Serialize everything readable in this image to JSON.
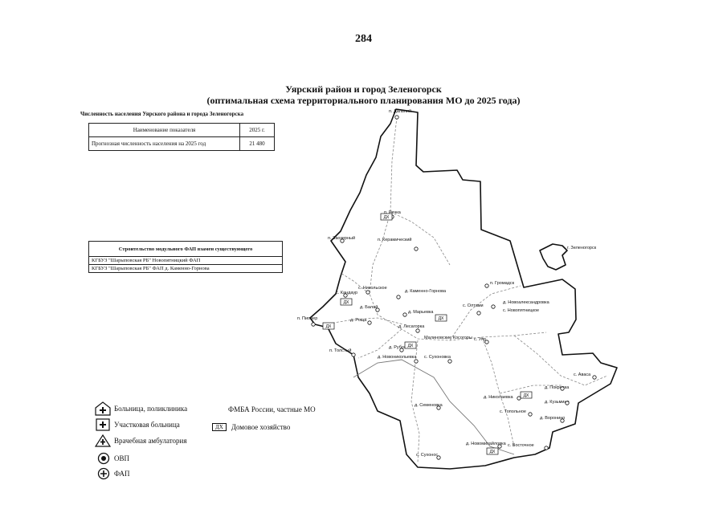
{
  "page_number": "284",
  "title": {
    "line1": "Уярский район и город Зеленогорск",
    "line2": "(оптимальная схема территориального планирования МО до 2025 года)"
  },
  "population": {
    "heading": "Численность населения Уярского района и города Зеленогорска",
    "header_name": "Наименование показателя",
    "header_year": "2025 г.",
    "row_name": "Прогнозная численность населения на 2025 год",
    "row_value": "21 480"
  },
  "fap": {
    "heading": "Строительство модульного ФАП взамен существующего",
    "rows": [
      "КГБУЗ \"Шарыповская РБ\" Новопятницкий ФАП",
      "КГБУЗ \"Шарыповская РБ\" ФАП д. Каменно-Горнова"
    ]
  },
  "map": {
    "city_label": "г. Зеленогорск",
    "labels": [
      "п. Дальний",
      "п. Речка",
      "п. Керамический",
      "п. Заозерный",
      "с. Никольское",
      "д. Каменно-Горнова",
      "п. Громадск",
      "с. Кандаур",
      "д. Новоалександровка",
      "с. Новопятницкое",
      "с. Олтами",
      "д. Балай",
      "д. Марьевка",
      "п. Пионер",
      "д. Роща",
      "Малиновские Косогоры",
      "д. Лесагорка",
      "с. Уяр",
      "д. Рубово",
      "д. Новоникольевка",
      "с. Сухоновка",
      "п. Толстый",
      "с. Аваса",
      "д. Покровка",
      "д. Кузьмино",
      "д. Николаевка",
      "д. Семеновка",
      "с. Топольное",
      "д. Воронино",
      "д. Новомихайловка",
      "с. Восточное",
      "с. Сухонос"
    ],
    "dx_label": "ДХ"
  },
  "legend": {
    "hospital": "Больница, поликлиника",
    "district_hospital": "Участковая больница",
    "ambulatory": "Врачебная амбулатория",
    "ovp": "ОВП",
    "fap": "ФАП",
    "fmba": "ФМБА России, частные МО",
    "dx_symbol": "ДХ",
    "household": "Домовое хозяйство"
  }
}
